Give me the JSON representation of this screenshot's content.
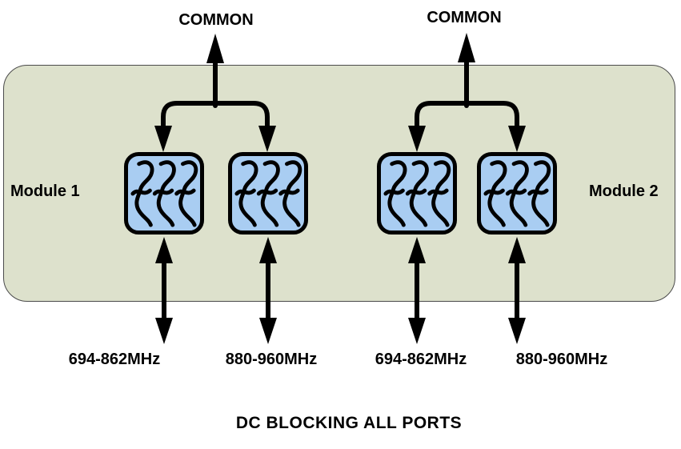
{
  "diagram": {
    "title_hint": "Dual diplexer module block diagram",
    "common_labels": [
      "COMMON",
      "COMMON"
    ],
    "module1_label": "Module 1",
    "module2_label": "Module 2",
    "ports": [
      "694-862MHz",
      "880-960MHz",
      "694-862MHz",
      "880-960MHz"
    ],
    "footer": "DC BLOCKING ALL PORTS",
    "colors": {
      "chassis_fill": "#dde1cc",
      "chassis_border": "#4b4b4b",
      "filter_fill": "#a9cdf2",
      "line": "#000000",
      "background": "#ffffff"
    },
    "structure": {
      "modules": [
        {
          "name": "Module 1",
          "common_port": "COMMON",
          "filters": [
            "694-862MHz",
            "880-960MHz"
          ]
        },
        {
          "name": "Module 2",
          "common_port": "COMMON",
          "filters": [
            "694-862MHz",
            "880-960MHz"
          ]
        }
      ]
    }
  }
}
